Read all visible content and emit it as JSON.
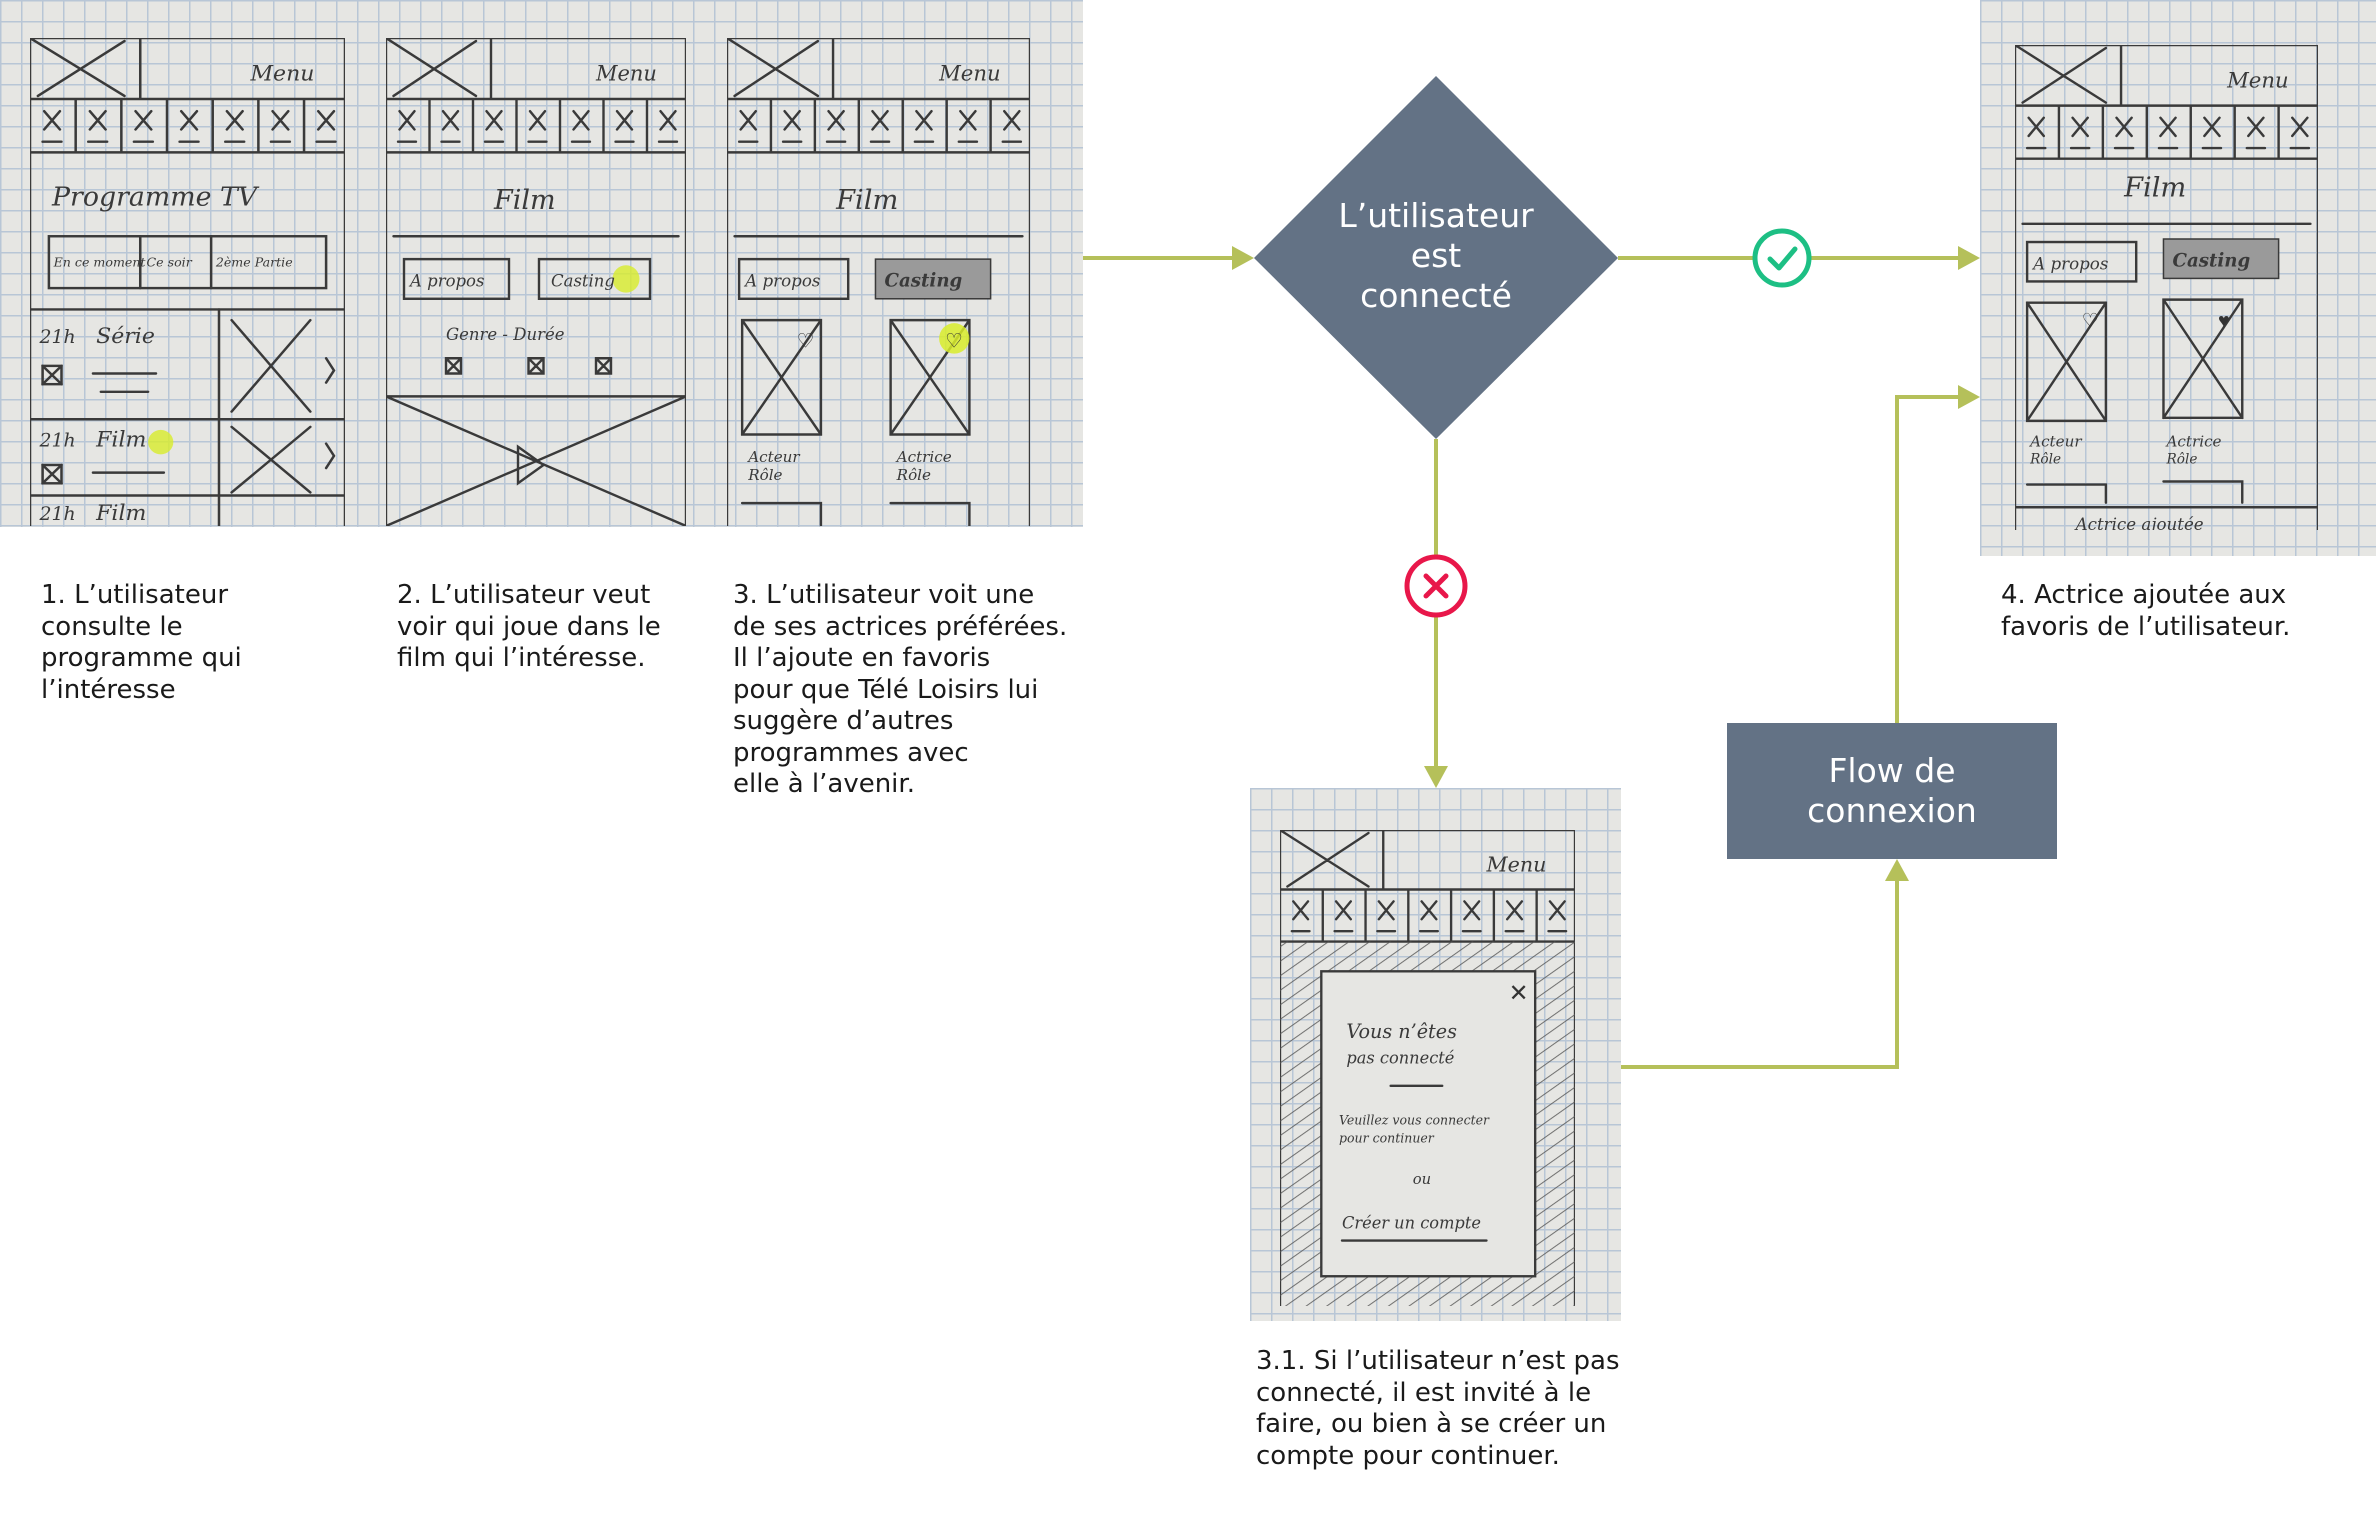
{
  "colors": {
    "connector": "#b5c05a",
    "node": "#637285",
    "yes": "#1dbf84",
    "no": "#e8174a",
    "paper": "#e6e6e3"
  },
  "decision": {
    "label": "L’utilisateur\nest\nconnecté"
  },
  "process": {
    "label": "Flow de\nconnexion"
  },
  "icons": {
    "yes": "check-circle-icon",
    "no": "x-circle-icon"
  },
  "captions": {
    "step1": "1. L’utilisateur\nconsulte le\nprogramme qui\nl’intéresse",
    "step2": "2. L’utilisateur veut\nvoir qui joue dans le\nfilm qui l’intéresse.",
    "step3": "3. L’utilisateur voit une\nde ses actrices préférées.\nIl l’ajoute en favoris\npour que Télé Loisirs lui\nsuggère d’autres\nprogrammes avec\nelle à l’avenir.",
    "step4": "4. Actrice ajoutée aux\nfavoris de l’utilisateur.",
    "step31": "3.1. Si l’utilisateur n’est pas\nconnecté, il est invité à le\nfaire, ou bien à se créer un\ncompte pour continuer."
  },
  "sketch": {
    "menu": "Menu",
    "programme_title": "Programme TV",
    "segments": [
      "En ce moment",
      "Ce soir",
      "2ème Partie"
    ],
    "rows": [
      {
        "time": "21h",
        "title": "Série"
      },
      {
        "time": "21h",
        "title": "Film"
      },
      {
        "time": "21h",
        "title": "Film"
      }
    ],
    "film_title": "Film",
    "tab_about": "A propos",
    "tab_casting": "Casting",
    "genre_duration": "Genre - Durée",
    "actor": "Acteur",
    "actress": "Actrice",
    "role": "Rôle",
    "modal_title_1": "Vous n’êtes",
    "modal_title_2": "pas connecté",
    "modal_text_1": "Veuillez vous connecter",
    "modal_text_2": "pour continuer",
    "modal_or": "ou",
    "modal_create": "Créer un compte",
    "added_note": "Actrice ajoutée"
  }
}
